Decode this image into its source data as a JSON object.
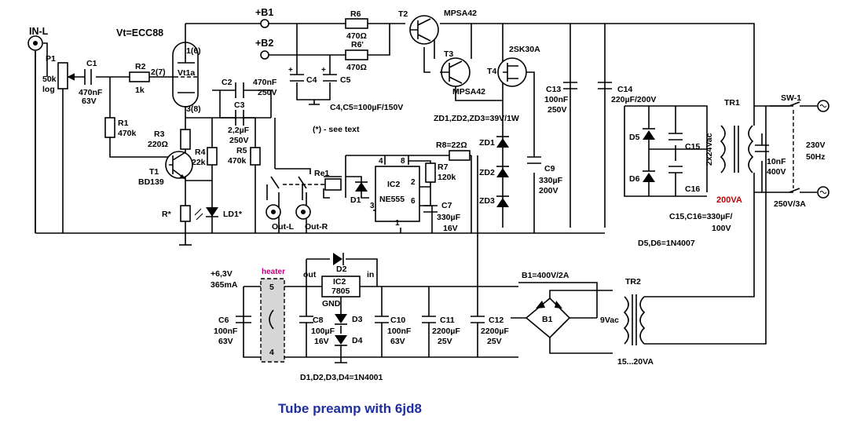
{
  "title": "Tube preamp with 6jd8",
  "colors": {
    "title": "#1f2fa0",
    "red_label": "#c00000",
    "heater_label": "#c0007a",
    "heater_fill": "#d6d6d6"
  },
  "labels": {
    "in_l": "IN-L",
    "vt": "Vt=ECC88",
    "b1": "+B1",
    "b2": "+B2",
    "p1": "P1",
    "p1_val": "50k",
    "p1_taper": "log",
    "c1": "C1",
    "c1_val": "470nF",
    "c1_v": "63V",
    "r2": "R2",
    "r2_val": "1k",
    "pin2": "2(7)",
    "pin1": "1(6)",
    "pin3": "3(8)",
    "vt1a": "Vt1a",
    "r1": "R1",
    "r1_val": "470k",
    "r3": "R3",
    "r3_val": "220Ω",
    "r4": "R4",
    "r4_val": "22k",
    "r5": "R5",
    "r5_val": "470k",
    "t1": "T1",
    "t1_type": "BD139",
    "rstar": "R*",
    "ld1": "LD1*",
    "c2": "C2",
    "c2_val": "470nF",
    "c2_v": "250V",
    "c3": "C3",
    "c3_val": "2,2µF",
    "c3_v": "250V",
    "c4": "C4",
    "c5": "C5",
    "c45_note": "C4,C5=100µF/150V",
    "see_text": "(*) - see text",
    "r6": "R6",
    "r6_val": "470Ω",
    "r6p": "R6'",
    "r6p_val": "470Ω",
    "t2": "T2",
    "t2_type": "MPSA42",
    "t3": "T3",
    "t3_type": "MPSA42",
    "t4": "T4",
    "t4_type": "2SK30A",
    "zd_note": "ZD1,ZD2,ZD3=39V/1W",
    "zd1": "ZD1",
    "zd2": "ZD2",
    "zd3": "ZD3",
    "c9": "C9",
    "c9_val": "330µF",
    "c9_v": "200V",
    "c13": "C13",
    "c13_val": "100nF",
    "c13_v": "250V",
    "c14": "C14",
    "c14_val": "220µF/200V",
    "r8": "R8=22Ω",
    "r7": "R7",
    "r7_val": "120k",
    "re1": "Re1",
    "d1": "D1",
    "ic2": "IC2",
    "ne555": "NE555",
    "pin4": "4",
    "pin8": "8",
    "pin2b": "2",
    "pin6": "6",
    "pin3b": "3",
    "pin1b": "1",
    "c7": "C7",
    "c7_val": "330µF",
    "c7_v": "16V",
    "out_l": "Out-L",
    "out_r": "Out-R",
    "tr1": "TR1",
    "sw1": "SW-1",
    "mains": "230V",
    "mains_hz": "50Hz",
    "fuse": "250V/3A",
    "c10nf": "10nF",
    "c10nf_v": "400V",
    "tr1_sec": "2x24Vac",
    "tr1_va": "200VA",
    "d5": "D5",
    "d6": "D6",
    "c15": "C15",
    "c16": "C16",
    "c1516_note": "C15,C16=330µF/",
    "c1516_v": "100V",
    "d56_note": "D5,D6=1N4007",
    "plus63": "+6,3V",
    "ma": "365mA",
    "heater": "heater",
    "h5": "5",
    "h4": "4",
    "c6": "C6",
    "c6_val": "100nF",
    "c6_v": "63V",
    "out": "out",
    "in": "in",
    "ic2b": "IC2",
    "reg": "7805",
    "gnd": "GND",
    "d2": "D2",
    "d3": "D3",
    "d4": "D4",
    "c8": "C8",
    "c8_val": "100µF",
    "c8_v": "16V",
    "c10": "C10",
    "c10_val": "100nF",
    "c10_v": "63V",
    "c11": "C11",
    "c11_val": "2200µF",
    "c11_v": "25V",
    "c12": "C12",
    "c12_val": "2200µF",
    "c12_v": "25V",
    "b1_note": "B1=400V/2A",
    "bridge": "B1",
    "tr2": "TR2",
    "tr2_sec": "9Vac",
    "tr2_va": "15...20VA",
    "d_note": "D1,D2,D3,D4=1N4001"
  }
}
